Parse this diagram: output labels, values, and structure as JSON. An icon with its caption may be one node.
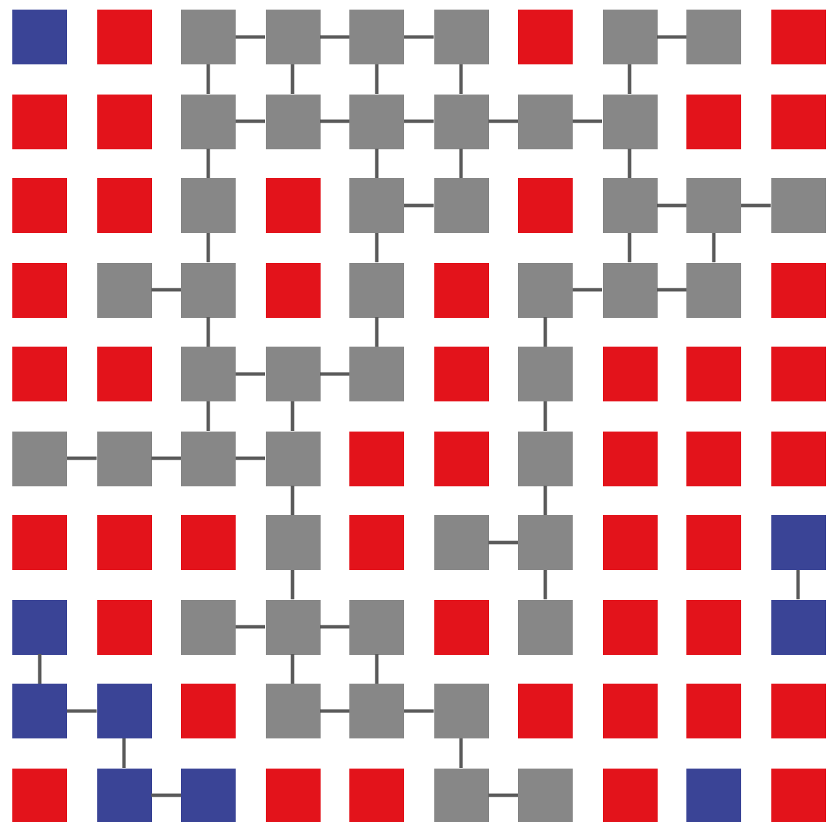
{
  "diagram": {
    "nodes": [
      {
        "text": [],
        "shape": "box"
      },
      {
        "text": [],
        "shape": "box"
      },
      {
        "text": [],
        "shape": "box"
      },
      {
        "text": [],
        "shape": "box"
      },
      {
        "text": [],
        "shape": "box"
      },
      {
        "text": [],
        "shape": "box"
      },
      {
        "text": [],
        "shape": "box"
      },
      {
        "text": [],
        "shape": "box"
      },
      {
        "text": [],
        "shape": "box"
      },
      {
        "text": [],
        "shape": "box"
      },
      {
        "text": [],
        "shape": "box"
      },
      {
        "text": [],
        "shape": "box"
      },
      {
        "text": [],
        "shape": "box"
      },
      {
        "text": [],
        "shape": "box"
      },
      {
        "text": [],
        "shape": "box"
      },
      {
        "text": [],
        "shape": "box"
      },
      {
        "text": [],
        "shape": "box"
      },
      {
        "text": [],
        "shape": "box"
      },
      {
        "text": [],
        "shape": "box"
      },
      {
        "text": [],
        "shape": "box"
      },
      {
        "text": [],
        "shape": "box"
      },
      {
        "text": [],
        "shape": "box"
      },
      {
        "text": [],
        "shape": "box"
      },
      {
        "text": [],
        "shape": "box"
      },
      {
        "text": [],
        "shape": "box"
      },
      {
        "text": [],
        "shape": "box"
      },
      {
        "text": [],
        "shape": "box"
      },
      {
        "text": [],
        "shape": "box"
      },
      {
        "text": [],
        "shape": "box"
      },
      {
        "text": [],
        "shape": "box"
      },
      {
        "text": [],
        "shape": "box"
      },
      {
        "text": [],
        "shape": "box"
      },
      {
        "text": [],
        "shape": "box"
      },
      {
        "text": [],
        "shape": "box"
      },
      {
        "text": [],
        "shape": "box"
      },
      {
        "text": [],
        "shape": "box"
      },
      {
        "text": [],
        "shape": "box"
      },
      {
        "text": [],
        "shape": "box"
      },
      {
        "text": [],
        "shape": "box"
      },
      {
        "text": [],
        "shape": "box"
      },
      {
        "text": [],
        "shape": "box"
      },
      {
        "text": [],
        "shape": "box"
      },
      {
        "text": [],
        "shape": "box"
      },
      {
        "text": [],
        "shape": "box"
      },
      {
        "text": [],
        "shape": "box"
      },
      {
        "text": [],
        "shape": "box"
      },
      {
        "text": [],
        "shape": "box"
      },
      {
        "text": [],
        "shape": "box"
      },
      {
        "text": [],
        "shape": "box"
      },
      {
        "text": [],
        "shape": "box"
      },
      {
        "text": [],
        "shape": "box"
      },
      {
        "text": [],
        "shape": "box"
      },
      {
        "text": [],
        "shape": "box"
      },
      {
        "text": [],
        "shape": "box"
      },
      {
        "text": [],
        "shape": "box"
      },
      {
        "text": [],
        "shape": "box"
      },
      {
        "text": [],
        "shape": "box"
      },
      {
        "text": [],
        "shape": "box"
      },
      {
        "text": [],
        "shape": "box"
      },
      {
        "text": [],
        "shape": "box"
      },
      {
        "text": [],
        "shape": "box"
      },
      {
        "text": [],
        "shape": "box"
      },
      {
        "text": [],
        "shape": "box"
      },
      {
        "text": [],
        "shape": "box"
      },
      {
        "text": [],
        "shape": "box"
      },
      {
        "text": [],
        "shape": "box"
      },
      {
        "text": [],
        "shape": "box"
      },
      {
        "text": [],
        "shape": "box"
      },
      {
        "text": [],
        "shape": "box"
      },
      {
        "text": [],
        "shape": "box"
      },
      {
        "text": [],
        "shape": "box"
      },
      {
        "text": [],
        "shape": "box"
      },
      {
        "text": [],
        "shape": "box"
      },
      {
        "text": [],
        "shape": "box"
      },
      {
        "text": [],
        "shape": "box"
      },
      {
        "text": [],
        "shape": "box"
      },
      {
        "text": [],
        "shape": "box"
      },
      {
        "text": [],
        "shape": "box"
      },
      {
        "text": [],
        "shape": "box"
      },
      {
        "text": [],
        "shape": "box"
      },
      {
        "text": [],
        "shape": "box"
      },
      {
        "text": [],
        "shape": "box"
      },
      {
        "text": [],
        "shape": "box"
      },
      {
        "text": [],
        "shape": "box"
      },
      {
        "text": [],
        "shape": "box"
      },
      {
        "text": [],
        "shape": "box"
      },
      {
        "text": [],
        "shape": "box"
      },
      {
        "text": [],
        "shape": "box"
      },
      {
        "text": [],
        "shape": "box"
      },
      {
        "text": [],
        "shape": "box"
      },
      {
        "text": [],
        "shape": "box"
      },
      {
        "text": [],
        "shape": "box"
      },
      {
        "text": [],
        "shape": "box"
      },
      {
        "text": [],
        "shape": "box"
      },
      {
        "text": [],
        "shape": "box"
      },
      {
        "text": [],
        "shape": "box"
      },
      {
        "text": [],
        "shape": "box"
      },
      {
        "text": [],
        "shape": "box"
      },
      {
        "text": [],
        "shape": "box"
      },
      {
        "text": [],
        "shape": "box"
      }
    ],
    "edges": [
      {
        "from": 2,
        "to": 3,
        "arrow": "none"
      },
      {
        "from": 3,
        "to": 4,
        "arrow": "none"
      },
      {
        "from": 4,
        "to": 5,
        "arrow": "none"
      },
      {
        "from": 2,
        "to": 12,
        "arrow": "none"
      },
      {
        "from": 12,
        "to": 22,
        "arrow": "none"
      },
      {
        "from": 22,
        "to": 32,
        "arrow": "none"
      },
      {
        "from": 32,
        "to": 42,
        "arrow": "none"
      },
      {
        "from": 42,
        "to": 52,
        "arrow": "none"
      },
      {
        "from": 3,
        "to": 13,
        "arrow": "none"
      },
      {
        "from": 12,
        "to": 13,
        "arrow": "none"
      },
      {
        "from": 13,
        "to": 14,
        "arrow": "none"
      },
      {
        "from": 14,
        "to": 15,
        "arrow": "none"
      },
      {
        "from": 4,
        "to": 14,
        "arrow": "none"
      },
      {
        "from": 14,
        "to": 24,
        "arrow": "none"
      },
      {
        "from": 24,
        "to": 34,
        "arrow": "none"
      },
      {
        "from": 34,
        "to": 44,
        "arrow": "none"
      },
      {
        "from": 24,
        "to": 25,
        "arrow": "none"
      },
      {
        "from": 31,
        "to": 32,
        "arrow": "none"
      },
      {
        "from": 42,
        "to": 43,
        "arrow": "none"
      },
      {
        "from": 43,
        "to": 44,
        "arrow": "none"
      },
      {
        "from": 43,
        "to": 53,
        "arrow": "none"
      },
      {
        "from": 5,
        "to": 15,
        "arrow": "none"
      },
      {
        "from": 15,
        "to": 25,
        "arrow": "none"
      },
      {
        "from": 15,
        "to": 16,
        "arrow": "none"
      },
      {
        "from": 16,
        "to": 17,
        "arrow": "none"
      },
      {
        "from": 7,
        "to": 8,
        "arrow": "none"
      },
      {
        "from": 7,
        "to": 17,
        "arrow": "none"
      },
      {
        "from": 17,
        "to": 27,
        "arrow": "none"
      },
      {
        "from": 27,
        "to": 37,
        "arrow": "none"
      },
      {
        "from": 27,
        "to": 28,
        "arrow": "none"
      },
      {
        "from": 28,
        "to": 29,
        "arrow": "none"
      },
      {
        "from": 28,
        "to": 38,
        "arrow": "none"
      },
      {
        "from": 36,
        "to": 37,
        "arrow": "none"
      },
      {
        "from": 37,
        "to": 38,
        "arrow": "none"
      },
      {
        "from": 36,
        "to": 46,
        "arrow": "none"
      },
      {
        "from": 46,
        "to": 56,
        "arrow": "none"
      },
      {
        "from": 56,
        "to": 66,
        "arrow": "none"
      },
      {
        "from": 66,
        "to": 76,
        "arrow": "none"
      },
      {
        "from": 65,
        "to": 66,
        "arrow": "none"
      },
      {
        "from": 69,
        "to": 79,
        "arrow": "none"
      },
      {
        "from": 50,
        "to": 51,
        "arrow": "none"
      },
      {
        "from": 51,
        "to": 52,
        "arrow": "none"
      },
      {
        "from": 52,
        "to": 53,
        "arrow": "none"
      },
      {
        "from": 53,
        "to": 63,
        "arrow": "none"
      },
      {
        "from": 63,
        "to": 73,
        "arrow": "none"
      },
      {
        "from": 73,
        "to": 83,
        "arrow": "none"
      },
      {
        "from": 72,
        "to": 73,
        "arrow": "none"
      },
      {
        "from": 73,
        "to": 74,
        "arrow": "none"
      },
      {
        "from": 74,
        "to": 84,
        "arrow": "none"
      },
      {
        "from": 83,
        "to": 84,
        "arrow": "none"
      },
      {
        "from": 84,
        "to": 85,
        "arrow": "none"
      },
      {
        "from": 85,
        "to": 95,
        "arrow": "none"
      },
      {
        "from": 95,
        "to": 96,
        "arrow": "none"
      },
      {
        "from": 70,
        "to": 80,
        "arrow": "none"
      },
      {
        "from": 80,
        "to": 81,
        "arrow": "none"
      },
      {
        "from": 81,
        "to": 91,
        "arrow": "none"
      },
      {
        "from": 91,
        "to": 92,
        "arrow": "none"
      }
    ]
  }
}
